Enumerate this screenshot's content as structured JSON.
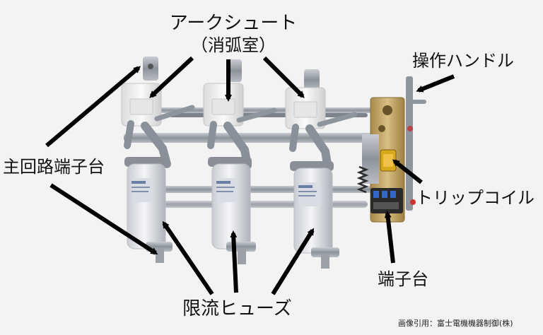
{
  "labels": {
    "arc_chute_line1": "アークシュート",
    "arc_chute_line2": "（消弧室）",
    "operating_handle": "操作ハンドル",
    "main_terminal_block": "主回路端子台",
    "trip_coil": "トリップコイル",
    "terminal_block": "端子台",
    "current_limiting_fuse": "限流ヒューズ"
  },
  "credit": "画像引用：富士電機機器制御(株)",
  "colors": {
    "background": "#f3f3f3",
    "arrow": "#000000",
    "fuse_body": "#e4e6ea",
    "metal": "#9a9fa6",
    "arc_chute": "#efefef",
    "brass": "#c2a35e",
    "coil": "#d8a81c"
  }
}
